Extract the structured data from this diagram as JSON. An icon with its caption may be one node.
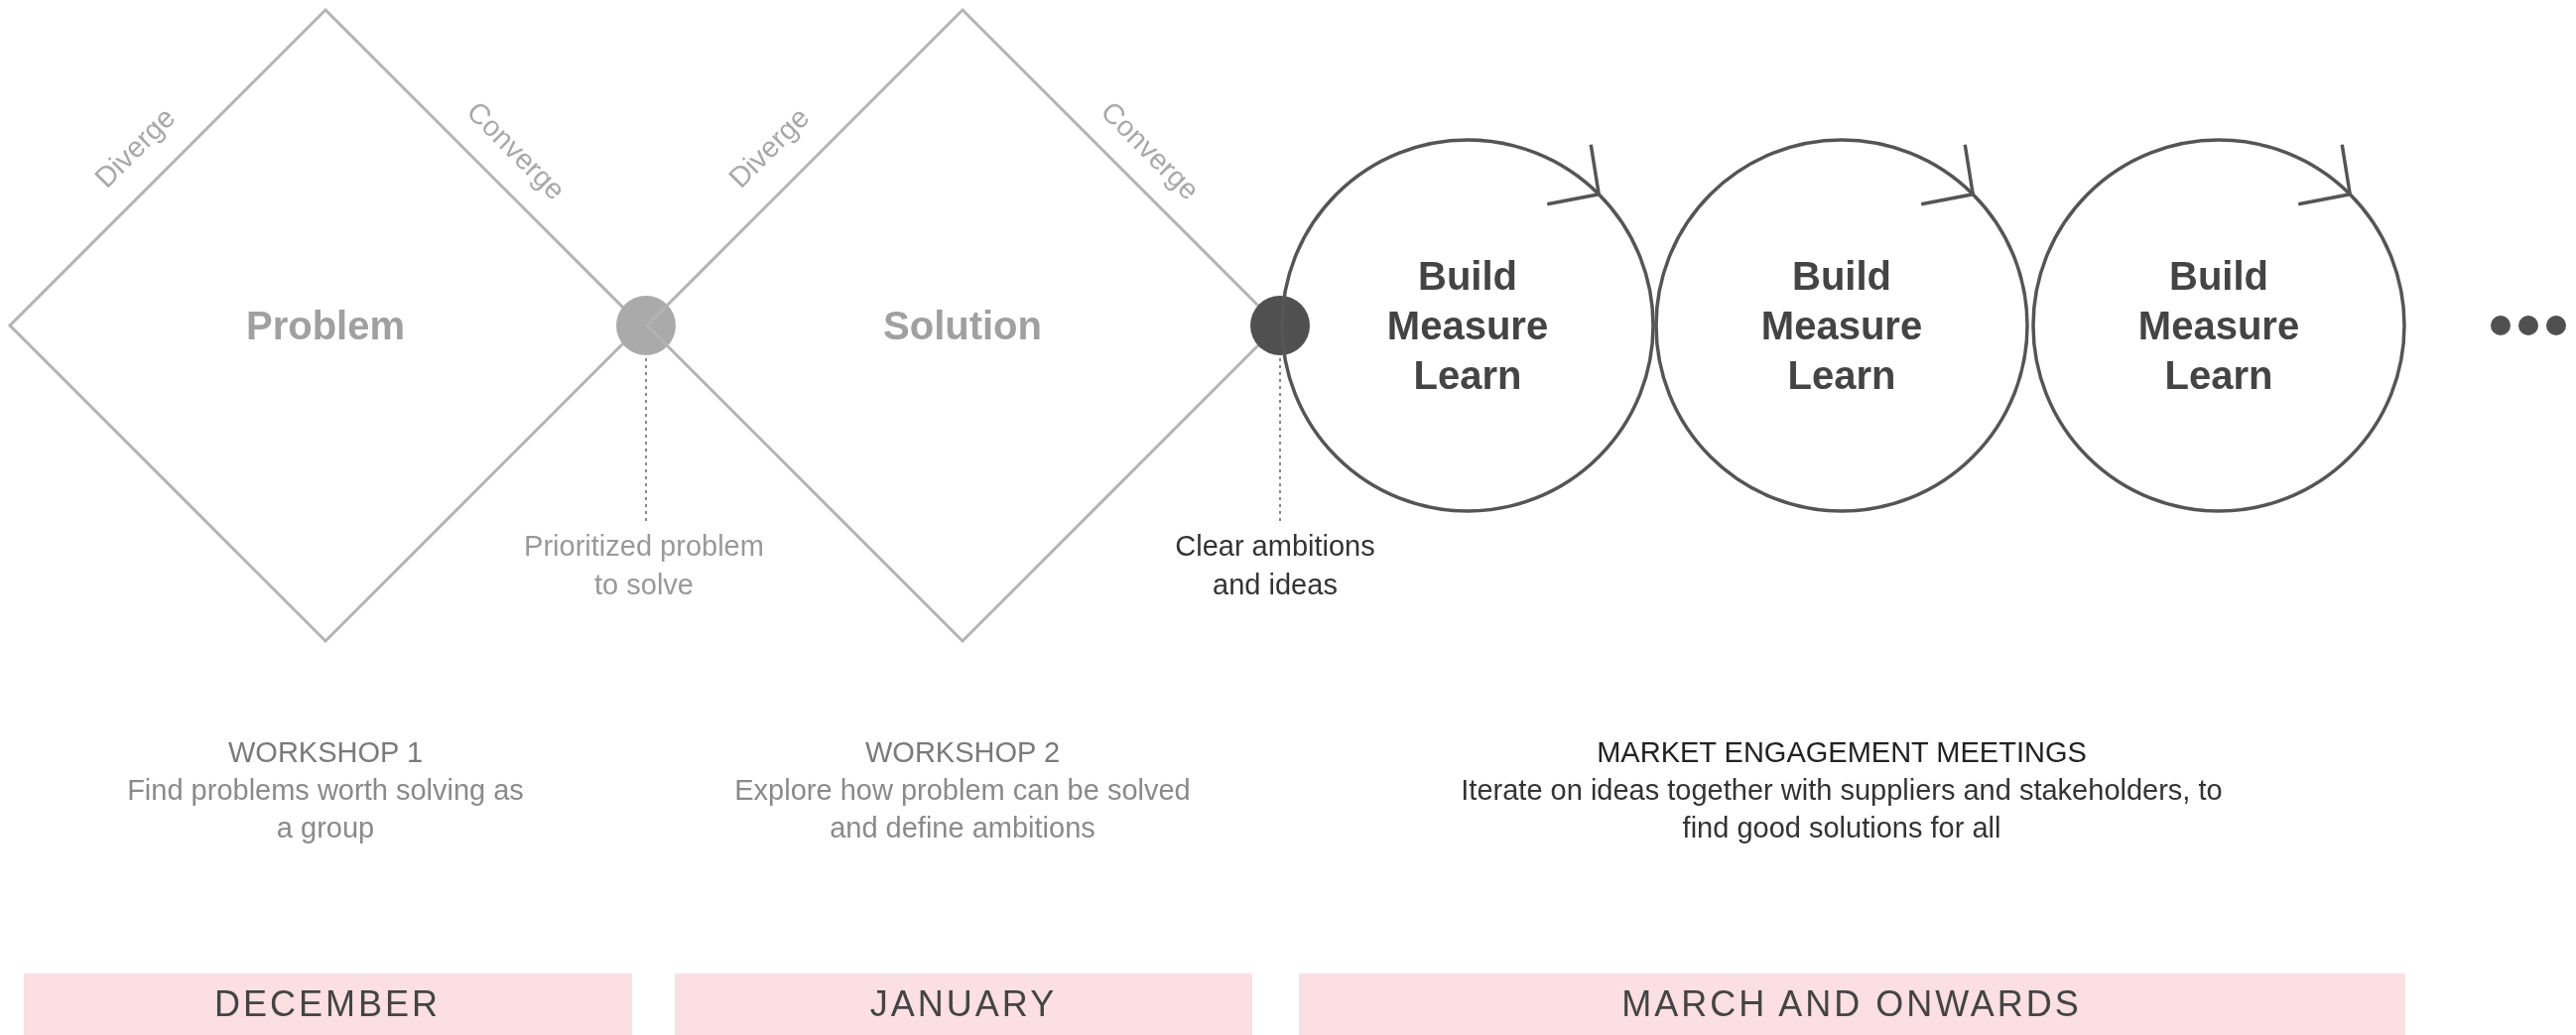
{
  "diagram": {
    "nodes": [
      {
        "text": [
          "Problem"
        ]
      },
      {
        "text": [],
        "shape": "circle"
      },
      {
        "text": [
          "Solution"
        ]
      },
      {
        "text": [],
        "shape": "circle"
      },
      {
        "text": [
          "Build Measure Learn"
        ]
      },
      {
        "text": [
          "Build Measure Learn"
        ]
      },
      {
        "text": [
          "Build Measure Learn"
        ]
      },
      {
        "text": [
          "Prioritized problem to solve"
        ]
      },
      {
        "text": [
          "Clear ambitions and ideas"
        ]
      },
      {
        "text": [
          "DECEMBER"
        ]
      },
      {
        "text": [
          "JANUARY"
        ]
      },
      {
        "text": [
          "MARCH AND ONWARDS"
        ]
      }
    ],
    "edges": [
      {
        "from": 7,
        "to": 1,
        "arrow": "none",
        "style": "dashed"
      },
      {
        "from": 8,
        "to": 3,
        "arrow": "none",
        "style": "dashed"
      }
    ],
    "labels": [
      "Diverge",
      "Converge",
      "Diverge",
      "Converge",
      "WORKSHOP 1",
      "Find problems worth solving as a group",
      "WORKSHOP 2",
      "Explore how problem can be solved and define ambitions",
      "MARKET ENGAGEMENT MEETINGS",
      "Iterate on ideas together with suppliers and stakeholders, to find good solutions for all"
    ]
  }
}
